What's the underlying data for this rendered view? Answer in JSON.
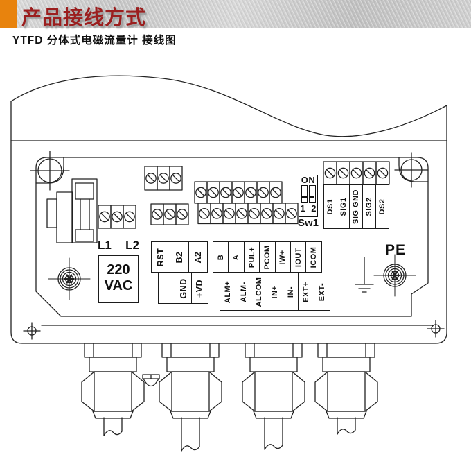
{
  "header": {
    "banner_title": "产品接线方式",
    "subtitle": "YTFD 分体式电磁流量计 接线图"
  },
  "colors": {
    "accent_orange": "#e8830d",
    "title_red": "#9b1e1e",
    "line_art": "#222222"
  },
  "power": {
    "line1_label": "L1",
    "line2_label": "L2",
    "voltage": [
      "220",
      "VAC"
    ]
  },
  "comm_block": {
    "row1": [
      "RST",
      "B2",
      "A2"
    ],
    "row2": [
      "",
      "GND",
      "+VD"
    ]
  },
  "io_block": {
    "row1": [
      "B",
      "A",
      "PUL+",
      "PCOM",
      "IW+",
      "IOUT",
      "ICOM"
    ],
    "row2": [
      "ALM+",
      "ALM-",
      "ALCOM",
      "IN+",
      "IN-",
      "EXT+",
      "EXT-"
    ]
  },
  "dip_switch": {
    "on_label": "ON",
    "positions": "1 2",
    "label": "Sw1"
  },
  "sensor_block": {
    "labels": [
      "DS1",
      "SIG1",
      "SIG GND",
      "SIG2",
      "DS2"
    ]
  },
  "ground": {
    "pe_label": "PE"
  }
}
